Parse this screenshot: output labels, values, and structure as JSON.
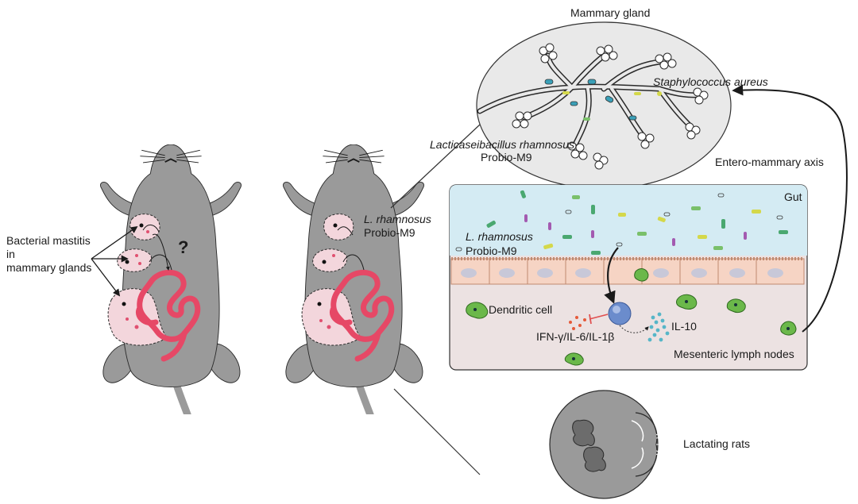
{
  "labels": {
    "mammary_gland": "Mammary gland",
    "staph": "Staphylococcus aureus",
    "lacticaseibacillus": "Lacticaseibacillus rhamnosus",
    "probio_m9_top": "Probio-M9",
    "entero_axis": "Entero-mammary axis",
    "gut": "Gut",
    "l_rhamnosus_gut": "L. rhamnosus",
    "probio_m9_gut": "Probio-M9",
    "dendritic_cell": "Dendritic cell",
    "cytokines": "IFN-γ/IL-6/IL-1β",
    "il10": "IL-10",
    "mesenteric": "Mesenteric lymph nodes",
    "lactating_rats": "Lactating rats",
    "mastitis_line1": "Bacterial mastitis",
    "mastitis_line2": "in",
    "mastitis_line3": "mammary glands",
    "question": "?",
    "l_rhamnosus_rat": "L. rhamnosus",
    "probio_m9_rat": "Probio-M9"
  },
  "colors": {
    "rat_body": "#9a9a9a",
    "rat_outline": "#2a2a2a",
    "gland_fill": "#f3d6dc",
    "intestine": "#e64866",
    "gut_lumen": "#d4ebf3",
    "epithelium": "#f6d4c4",
    "lymph_tissue": "#ece2e2",
    "macrophage": "#6b8ccc",
    "il10_dots": "#56b6c8",
    "dendritic": "#6bb84a",
    "mammary_bg": "#e9e9e9"
  },
  "icons": [
    "rat-icon",
    "intestine-icon",
    "pup-icon",
    "macrophage-icon",
    "dendritic-cell-icon",
    "bacteria-icon"
  ]
}
